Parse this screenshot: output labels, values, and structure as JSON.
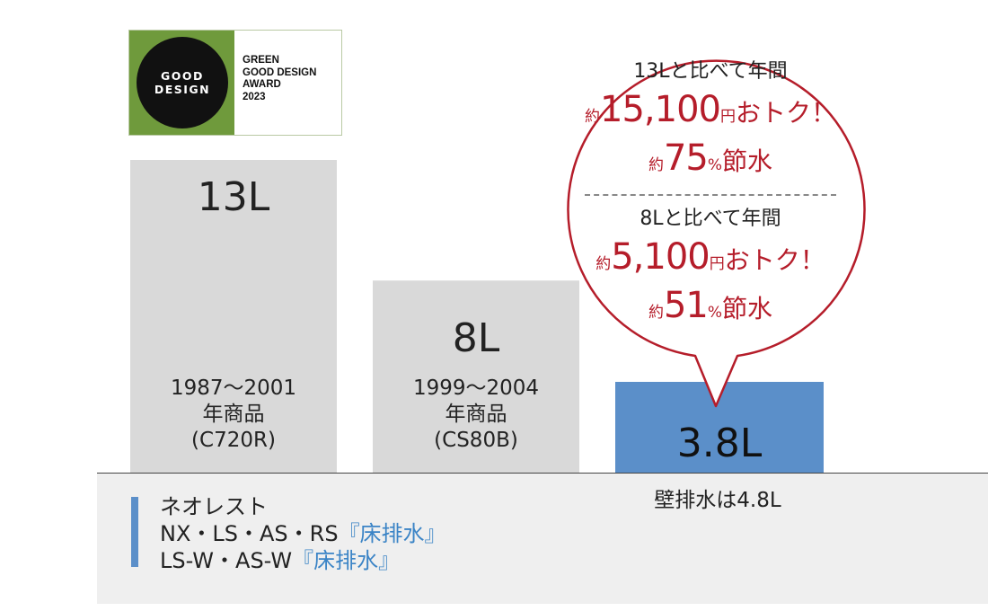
{
  "award": {
    "badge_line1": "GOOD",
    "badge_line2": "DESIGN",
    "lines": [
      "GREEN",
      "GOOD DESIGN",
      "AWARD",
      "2023"
    ]
  },
  "chart_data": {
    "type": "bar",
    "unit": "L",
    "categories": [
      "1987〜2001年商品(C720R)",
      "1999〜2004年商品(CS80B)",
      "ネオレスト"
    ],
    "values": [
      13,
      8,
      3.8
    ],
    "value_labels": [
      "13L",
      "8L",
      "3.8L"
    ],
    "bar_captions": [
      [
        "1987〜2001",
        "年商品",
        "(C720R)"
      ],
      [
        "1999〜2004",
        "年商品",
        "(CS80B)"
      ],
      []
    ],
    "colors": [
      "#d9d9d9",
      "#d9d9d9",
      "#5b8fc9"
    ],
    "ylim": [
      0,
      13
    ],
    "grid": false
  },
  "callout": {
    "block1": {
      "heading": "13Lと比べて年間",
      "savings_prefix": "約",
      "savings_value": "15,100",
      "savings_unit": "円",
      "savings_suffix": "おトク！",
      "percent_prefix": "約",
      "percent_value": "75",
      "percent_unit": "%",
      "percent_suffix": "節水"
    },
    "block2": {
      "heading": "8Lと比べて年間",
      "savings_prefix": "約",
      "savings_value": "5,100",
      "savings_unit": "円",
      "savings_suffix": "おトク！",
      "percent_prefix": "約",
      "percent_value": "51",
      "percent_unit": "%",
      "percent_suffix": "節水"
    }
  },
  "panel": {
    "line1": "ネオレスト",
    "line2_models": "NX・LS・AS・RS",
    "line2_tag": "『床排水』",
    "line3_models": "LS-W・AS-W",
    "line3_tag": "『床排水』"
  },
  "note": "壁排水は4.8L",
  "colors": {
    "accent_red": "#b51d2a",
    "accent_blue": "#5b8fc9",
    "gray_bar": "#d9d9d9",
    "panel_bg": "#efefef"
  }
}
